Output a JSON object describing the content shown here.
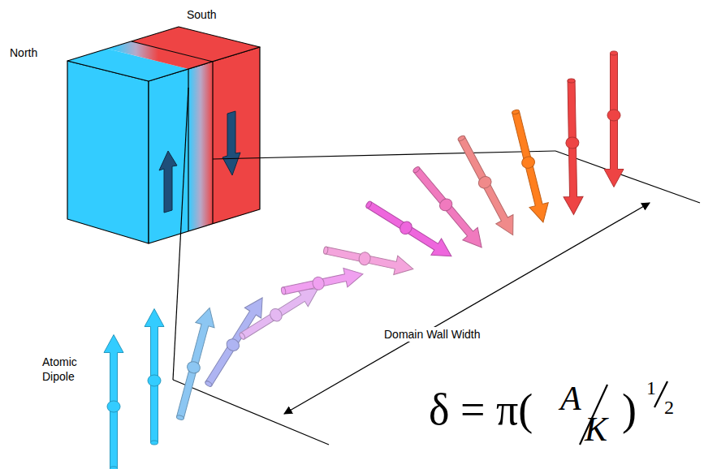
{
  "diagram": {
    "labels": [
      "North",
      "South",
      "Atomic Dipole",
      "Domain Wall Width",
      "δ = π(",
      "A",
      "K",
      ")",
      "1",
      "2"
    ]
  }
}
